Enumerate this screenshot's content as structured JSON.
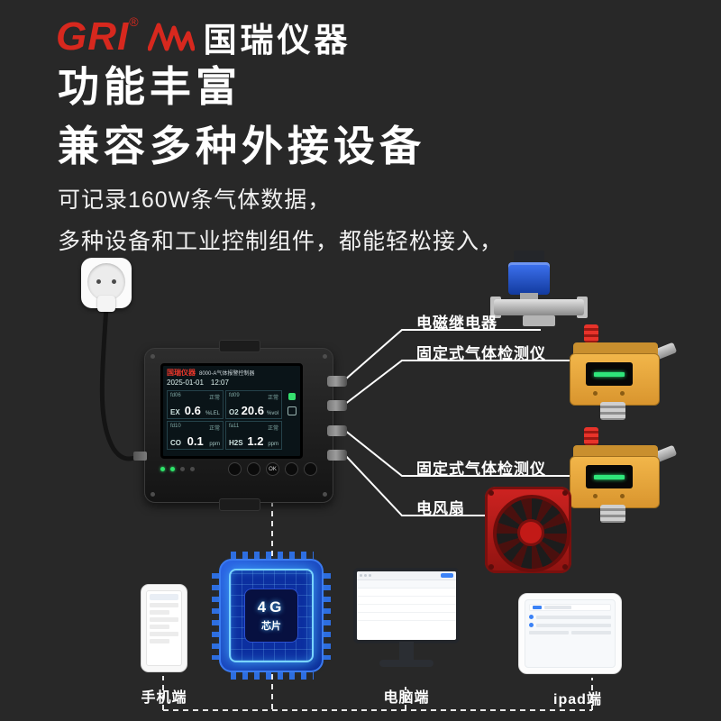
{
  "brand": {
    "name": "GRI",
    "registered": "®",
    "cn": "国瑞仪器"
  },
  "headlines": {
    "h1": "功能丰富",
    "h2": "兼容多种外接设备"
  },
  "body": {
    "line1": "可记录160W条气体数据，",
    "line2": "多种设备和工业控制组件，都能轻松接入，"
  },
  "device_screen": {
    "brand": "国瑞仪器",
    "model": "8000-A气体报警控制器",
    "date": "2025-01-01",
    "time": "12:07",
    "channels": [
      {
        "id": "fd06",
        "status": "正常",
        "gas": "EX",
        "value": "0.6",
        "unit": "%LEL"
      },
      {
        "id": "fd09",
        "status": "正常",
        "gas": "O2",
        "value": "20.6",
        "unit": "%vol"
      },
      {
        "id": "fd10",
        "status": "正常",
        "gas": "CO",
        "value": "0.1",
        "unit": "ppm"
      },
      {
        "id": "fa11",
        "status": "正常",
        "gas": "H2S",
        "value": "1.2",
        "unit": "ppm"
      }
    ],
    "ok_button": "OK"
  },
  "peripheral_labels": {
    "relay": "电磁继电器",
    "detector1": "固定式气体检测仪",
    "detector2": "固定式气体检测仪",
    "fan": "电风扇"
  },
  "endpoints": {
    "phone": "手机端",
    "chip_top": "4G",
    "chip_bottom": "芯片",
    "pc": "电脑端",
    "ipad": "ipad端"
  },
  "colors": {
    "brand_red": "#d7281e",
    "chip_blue": "#0c2fa0",
    "detector_yellow": "#e8a83c",
    "fan_red": "#c6201e"
  }
}
